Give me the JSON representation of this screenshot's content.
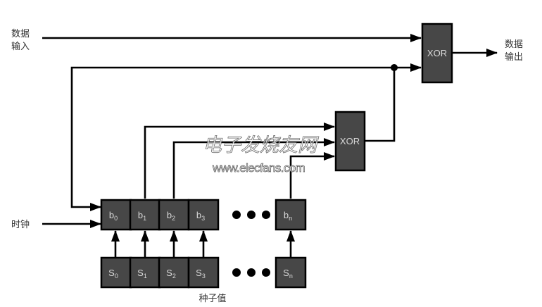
{
  "labels": {
    "data_input": [
      "数据",
      "输入"
    ],
    "data_output": [
      "数据",
      "输出"
    ],
    "clock": "时钟",
    "seed": "种子值"
  },
  "xor_gates": [
    {
      "name": "xor-output",
      "label": "XOR"
    },
    {
      "name": "xor-feedback",
      "label": "XOR"
    }
  ],
  "register_cells": [
    {
      "base": "b",
      "sub": "0"
    },
    {
      "base": "b",
      "sub": "1"
    },
    {
      "base": "b",
      "sub": "2"
    },
    {
      "base": "b",
      "sub": "3"
    },
    {
      "base": "b",
      "sub": "n"
    }
  ],
  "seed_cells": [
    {
      "base": "S",
      "sub": "0"
    },
    {
      "base": "S",
      "sub": "1"
    },
    {
      "base": "S",
      "sub": "2"
    },
    {
      "base": "S",
      "sub": "3"
    },
    {
      "base": "S",
      "sub": "n"
    }
  ],
  "ellipsis_dots": 3,
  "watermark": {
    "title": "电子发烧友网",
    "url": "www.elecfans.com"
  },
  "colors": {
    "box_fill": "#474747",
    "box_text": "#d8d8d8",
    "line": "#000000",
    "label": "#333333"
  }
}
